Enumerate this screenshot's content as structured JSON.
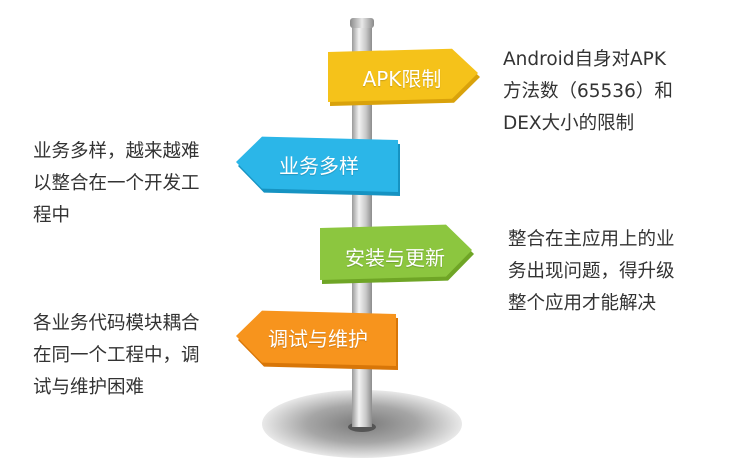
{
  "signs": [
    {
      "label": "APK限制",
      "direction": "right",
      "color": "#f5c21a",
      "color_dark": "#d9a20b"
    },
    {
      "label": "业务多样",
      "direction": "left",
      "color": "#2bb6e8",
      "color_dark": "#1693c2"
    },
    {
      "label": "安装与更新",
      "direction": "right",
      "color": "#8cc63f",
      "color_dark": "#6fa526"
    },
    {
      "label": "调试与维护",
      "direction": "left",
      "color": "#f7941d",
      "color_dark": "#d87608"
    }
  ],
  "notes": {
    "apk_limit": [
      "Android自身对APK",
      "方法数（65536）和",
      "DEX大小的限制"
    ],
    "business": [
      "业务多样，越来越难",
      "以整合在一个开发工",
      "程中"
    ],
    "install_update": [
      "整合在主应用上的业",
      "务出现问题，得升级",
      "整个应用才能解决"
    ],
    "debug_maintain": [
      "各业务代码模块耦合",
      "在同一个工程中，调",
      "试与维护困难"
    ]
  }
}
